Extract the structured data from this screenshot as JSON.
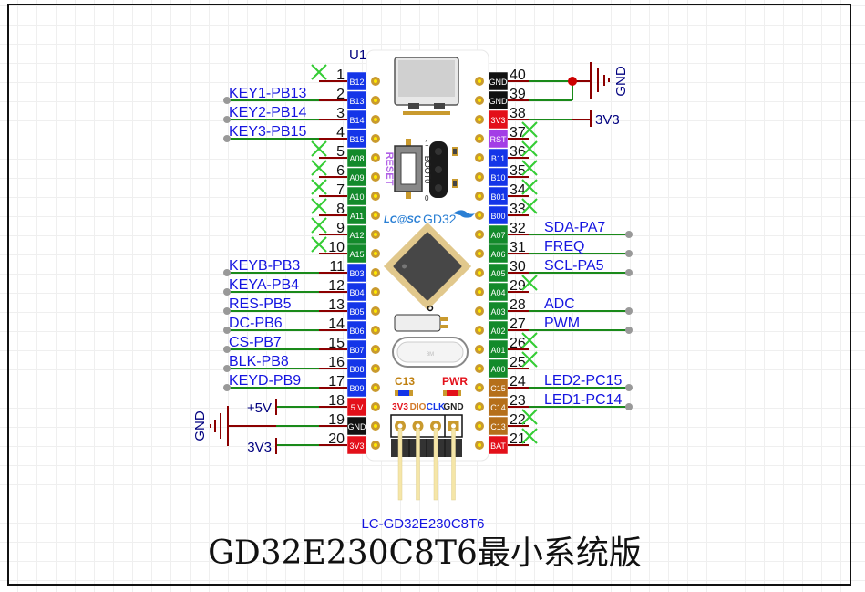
{
  "component": {
    "designator": "U1",
    "part_name": "LC-GD32E230C8T6",
    "title": "GD32E230C8T6最小系统版"
  },
  "colors": {
    "wire": "#1a8a1a",
    "pin_stub": "#8b0000",
    "net_label": "#1515e0",
    "no_connect": "#33cc33",
    "junction": "#cc0000",
    "power_symbol": "#8b0000",
    "power_text": "#00007f",
    "pad_gold": "#c99a2e",
    "pin_colors": {
      "blue": "#1435e8",
      "green": "#138a2b",
      "red": "#e3101a",
      "black": "#111111",
      "purple": "#a33ee6",
      "brown": "#b56f1a"
    }
  },
  "left_pins": [
    {
      "num": "1",
      "label": "B12",
      "color": "blue",
      "net": "",
      "nc": true
    },
    {
      "num": "2",
      "label": "B13",
      "color": "blue",
      "net": "KEY1-PB13",
      "nc": false
    },
    {
      "num": "3",
      "label": "B14",
      "color": "blue",
      "net": "KEY2-PB14",
      "nc": false
    },
    {
      "num": "4",
      "label": "B15",
      "color": "blue",
      "net": "KEY3-PB15",
      "nc": false
    },
    {
      "num": "5",
      "label": "A08",
      "color": "green",
      "net": "",
      "nc": true
    },
    {
      "num": "6",
      "label": "A09",
      "color": "green",
      "net": "",
      "nc": true
    },
    {
      "num": "7",
      "label": "A10",
      "color": "green",
      "net": "",
      "nc": true
    },
    {
      "num": "8",
      "label": "A11",
      "color": "green",
      "net": "",
      "nc": true
    },
    {
      "num": "9",
      "label": "A12",
      "color": "green",
      "net": "",
      "nc": true
    },
    {
      "num": "10",
      "label": "A15",
      "color": "green",
      "net": "",
      "nc": true
    },
    {
      "num": "11",
      "label": "B03",
      "color": "blue",
      "net": "KEYB-PB3",
      "nc": false
    },
    {
      "num": "12",
      "label": "B04",
      "color": "blue",
      "net": "KEYA-PB4",
      "nc": false
    },
    {
      "num": "13",
      "label": "B05",
      "color": "blue",
      "net": "RES-PB5",
      "nc": false
    },
    {
      "num": "14",
      "label": "B06",
      "color": "blue",
      "net": "DC-PB6",
      "nc": false
    },
    {
      "num": "15",
      "label": "B07",
      "color": "blue",
      "net": "CS-PB7",
      "nc": false
    },
    {
      "num": "16",
      "label": "B08",
      "color": "blue",
      "net": "BLK-PB8",
      "nc": false
    },
    {
      "num": "17",
      "label": "B09",
      "color": "blue",
      "net": "KEYD-PB9",
      "nc": false
    },
    {
      "num": "18",
      "label": "5 V",
      "color": "red",
      "net": "",
      "nc": false,
      "power": "+5V"
    },
    {
      "num": "19",
      "label": "GND",
      "color": "black",
      "net": "",
      "nc": false,
      "power": "GND"
    },
    {
      "num": "20",
      "label": "3V3",
      "color": "red",
      "net": "",
      "nc": false,
      "power": "3V3"
    }
  ],
  "right_pins": [
    {
      "num": "40",
      "label": "GND",
      "color": "black",
      "net": "",
      "nc": false,
      "power": "GND"
    },
    {
      "num": "39",
      "label": "GND",
      "color": "black",
      "net": "",
      "nc": false,
      "power": "GND"
    },
    {
      "num": "38",
      "label": "3V3",
      "color": "red",
      "net": "",
      "nc": false,
      "power": "3V3"
    },
    {
      "num": "37",
      "label": "RST",
      "color": "purple",
      "net": "",
      "nc": true
    },
    {
      "num": "36",
      "label": "B11",
      "color": "blue",
      "net": "",
      "nc": true
    },
    {
      "num": "35",
      "label": "B10",
      "color": "blue",
      "net": "",
      "nc": true
    },
    {
      "num": "34",
      "label": "B01",
      "color": "blue",
      "net": "",
      "nc": true
    },
    {
      "num": "33",
      "label": "B00",
      "color": "blue",
      "net": "",
      "nc": true
    },
    {
      "num": "32",
      "label": "A07",
      "color": "green",
      "net": "SDA-PA7",
      "nc": false
    },
    {
      "num": "31",
      "label": "A06",
      "color": "green",
      "net": "FREQ",
      "nc": false
    },
    {
      "num": "30",
      "label": "A05",
      "color": "green",
      "net": "SCL-PA5",
      "nc": false
    },
    {
      "num": "29",
      "label": "A04",
      "color": "green",
      "net": "",
      "nc": true
    },
    {
      "num": "28",
      "label": "A03",
      "color": "green",
      "net": "ADC",
      "nc": false
    },
    {
      "num": "27",
      "label": "A02",
      "color": "green",
      "net": "PWM",
      "nc": false
    },
    {
      "num": "26",
      "label": "A01",
      "color": "green",
      "net": "",
      "nc": true
    },
    {
      "num": "25",
      "label": "A00",
      "color": "green",
      "net": "",
      "nc": true
    },
    {
      "num": "24",
      "label": "C15",
      "color": "brown",
      "net": "LED2-PC15",
      "nc": false
    },
    {
      "num": "23",
      "label": "C14",
      "color": "brown",
      "net": "LED1-PC14",
      "nc": false
    },
    {
      "num": "22",
      "label": "C13",
      "color": "brown",
      "net": "",
      "nc": true
    },
    {
      "num": "21",
      "label": "BAT",
      "color": "red",
      "net": "",
      "nc": true
    }
  ],
  "power_labels": {
    "plus5v": "+5V",
    "gnd_left": "GND",
    "v3v3_left": "3V3",
    "gnd_right": "GND",
    "v3v3_right": "3V3"
  },
  "board": {
    "reset_label": "RESET",
    "boot_label": "BOOT0",
    "boot_pin1": "1",
    "boot_pin0": "0",
    "logo_text": "LC@SC",
    "brand_text": "GD32",
    "led_c13": "C13",
    "led_pwr": "PWR",
    "crystal_text": "8M",
    "header_labels": [
      {
        "text": "3V3",
        "color": "#e3101a"
      },
      {
        "text": "DIO",
        "color": "#d27a2a"
      },
      {
        "text": "CLK",
        "color": "#1435e8"
      },
      {
        "text": "GND",
        "color": "#222222"
      }
    ]
  }
}
